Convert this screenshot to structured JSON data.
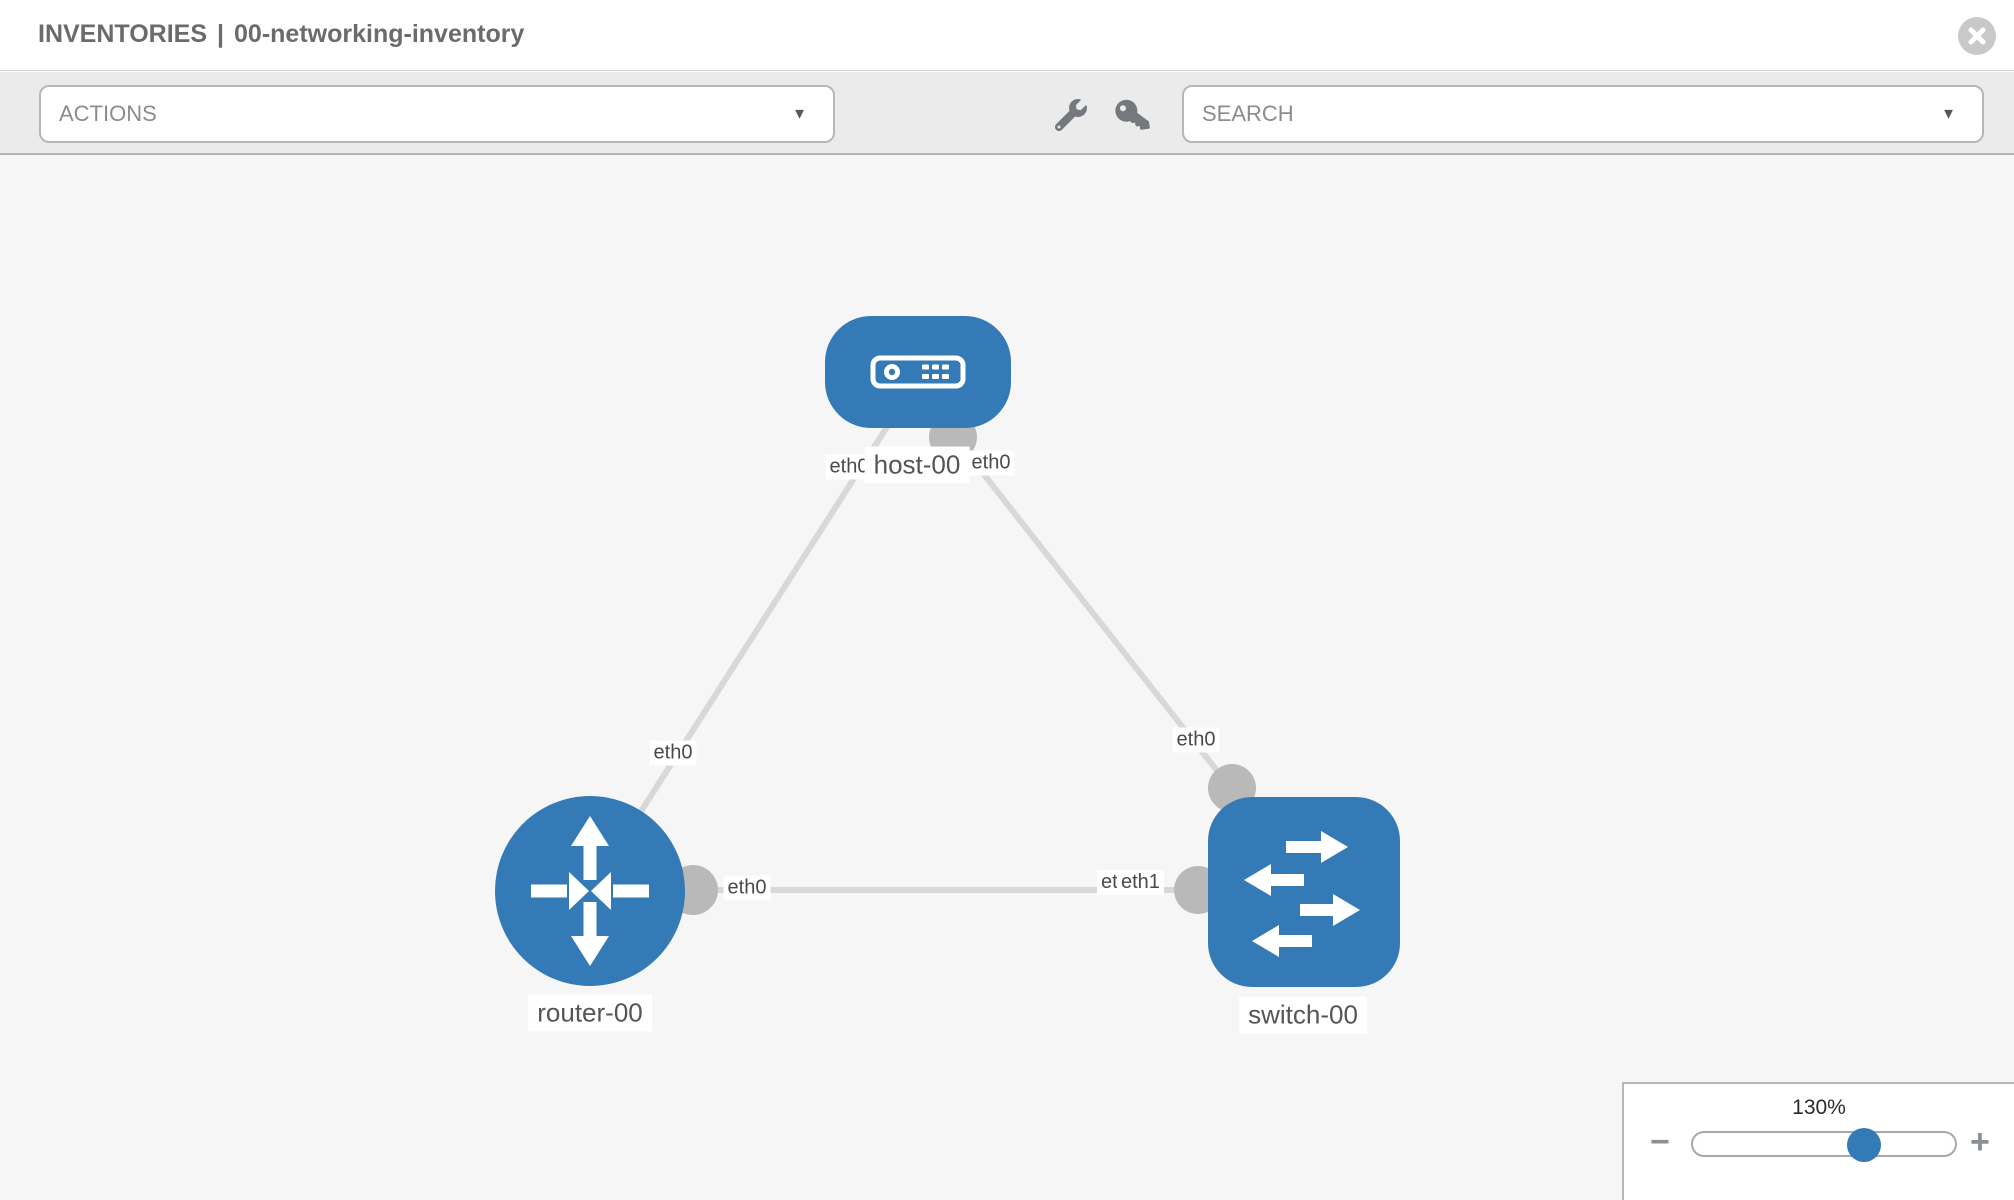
{
  "header": {
    "section": "INVENTORIES",
    "separator": "|",
    "item": "00-networking-inventory"
  },
  "toolbar": {
    "actions_label": "ACTIONS",
    "search_label": "SEARCH",
    "dropdown_arrow": "▼"
  },
  "topology": {
    "nodes": [
      {
        "id": "host-00",
        "type": "host",
        "label": "host-00"
      },
      {
        "id": "router-00",
        "type": "router",
        "label": "router-00"
      },
      {
        "id": "switch-00",
        "type": "switch",
        "label": "switch-00"
      }
    ],
    "links": [
      {
        "from": "router-00",
        "from_port": "eth0",
        "to": "host-00",
        "to_port": "eth0"
      },
      {
        "from": "host-00",
        "from_port": "eth0",
        "to": "switch-00",
        "to_port": "eth0"
      },
      {
        "from": "router-00",
        "from_port": "eth0",
        "to": "switch-00",
        "to_port": "eth1"
      }
    ],
    "overlapped_switch_ports": {
      "behind": "eth0",
      "front": "eth1"
    }
  },
  "zoom_control": {
    "level": "130%",
    "zoom_out": "−",
    "zoom_in": "+"
  },
  "colors": {
    "node_blue": "#337ab7",
    "link_gray": "#d8d8d8",
    "connector_gray": "#b9b9b9",
    "canvas_bg": "#f6f6f6",
    "toolbar_bg": "#ebebeb"
  }
}
